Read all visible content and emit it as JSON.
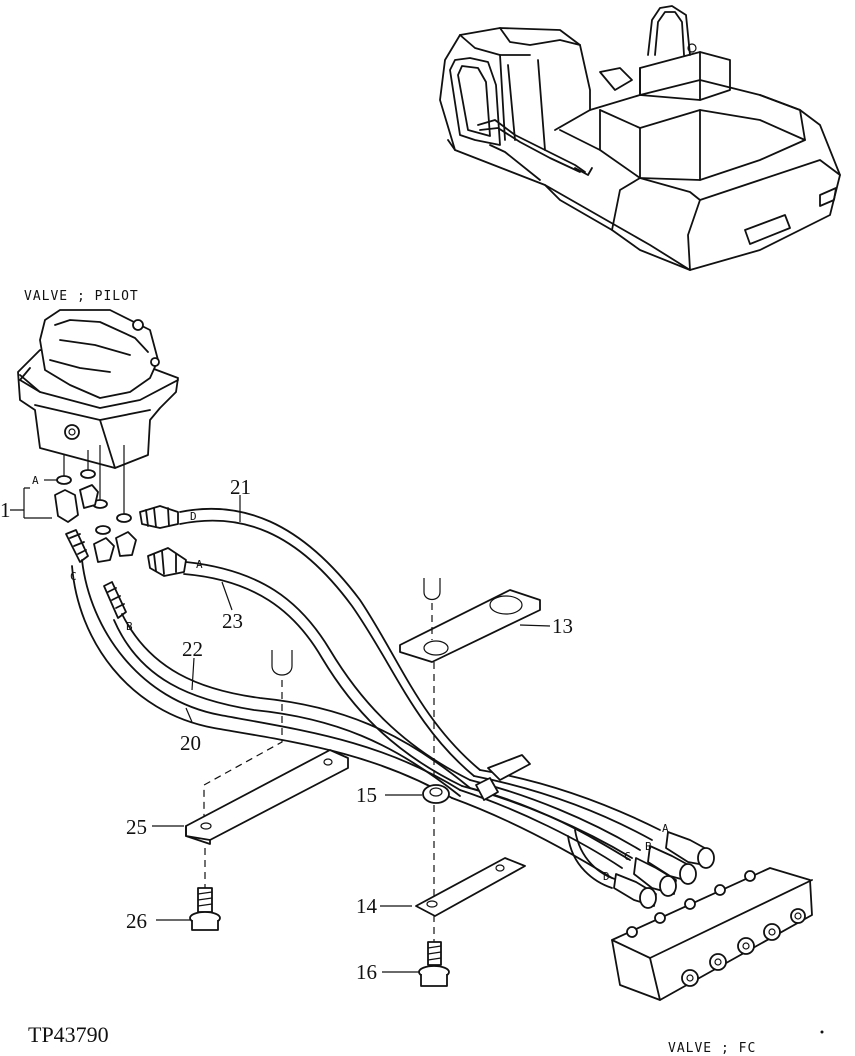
{
  "labels": {
    "pilot_valve": "VALVE ; PILOT",
    "fc_valve": "VALVE ; FC",
    "drawing_code": "TP43790"
  },
  "ports": {
    "a_top": "A",
    "d_hose": "D",
    "a_hose": "A",
    "c_hose": "C",
    "b_hose": "B",
    "fc_a": "A",
    "fc_b": "B",
    "fc_c": "C",
    "fc_d": "D"
  },
  "callouts": {
    "p1": "1",
    "p13": "13",
    "p14": "14",
    "p15": "15",
    "p16": "16",
    "p20": "20",
    "p21": "21",
    "p22": "22",
    "p23": "23",
    "p25": "25",
    "p26": "26"
  }
}
